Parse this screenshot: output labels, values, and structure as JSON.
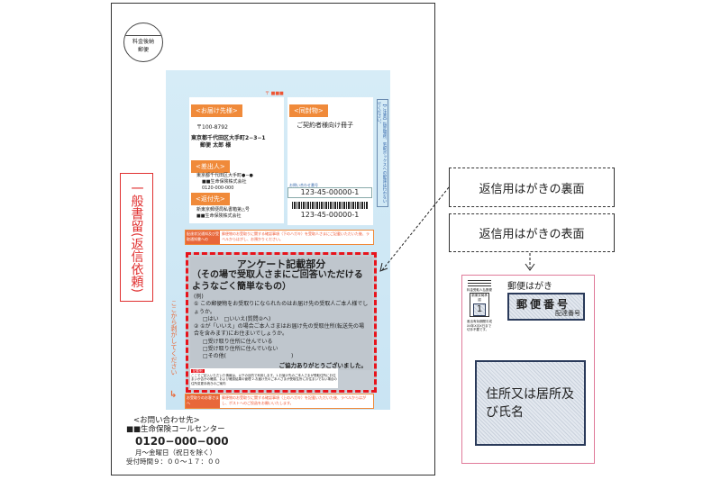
{
  "envelope": {
    "stamp": {
      "line1": "料金後納",
      "line2": "郵便"
    },
    "registered_mark": "一般書留(返信依頼)",
    "peel_here": "ここから剥がしてください",
    "brand_mark": "〒 ■■■",
    "to": {
      "label": "<お届け先様>",
      "postal": "〒100-8792",
      "address": "東京都千代田区大手町2−3−1",
      "name": "郵便 太郎 様"
    },
    "from": {
      "label": "<差出人>",
      "address": "東京都千代田区大手町●−●",
      "company": "■■生命保険株式会社",
      "phone": "0120-000-000"
    },
    "return_to": {
      "label": "<返付先>",
      "address": "新東京郵便局私書箱第△号",
      "company": "■■生命保険株式会社"
    },
    "contents": {
      "label": "<同封物>",
      "value": "ご契約者様向け冊子"
    },
    "tracking": {
      "label": "お問い合わせ番号",
      "number": "123-45-00000-1",
      "barcode_number": "123-45-00000-1"
    },
    "caution": "【ご注意】指定場所、宅配ボックスへの配達は行わないでください。",
    "notice_top": {
      "label": "配達状況通知及び受取通知書への",
      "text": "郵便物のお受取りに関する確認事項（下のハガキ）を受取人さまにご記載いただいた後、ラベルからはがし、お預かりください。"
    },
    "survey": {
      "title": "アンケート記載部分",
      "subtitle": "（その場で受取人さまにご回答いただけるようなごく簡単なもの）",
      "example": "(例)",
      "q1": "① この郵便物をお受取りになられたのはお届け先の受取人ご本人様でしょうか。",
      "q1_options": "□はい　□いいえ(質問②へ)",
      "q2": "② ①が「いいえ」の場合ご本人さまはお届け先の受取住所(転送先の場合を含みます)にお住まいでしょうか。",
      "q2_options": [
        "□受け取り住所に住んでいる",
        "□受け取り住所に住んでいない",
        "□その他(　　　　　　　　　　　　)"
      ],
      "thanks": "ご協力ありがとうございました。",
      "note_label": "記載例",
      "note_text": "ここでご記入いただいた情報は、以下の目的で利用します。1.お届け先のご本人さまが受取住所にお住まいか否かの確認、および確認結果の管理 2.お届け先のご本人さまが受取住所にお住まいでない場合の住所変更手続きのご案内"
    },
    "notice_bottom": {
      "label": "お受取りのお客さまへ",
      "text": "郵便物のお受取りに関する確認事項（上のハガキ）を記載いただいた後、ラベルからはがし、ポストへのご投函をお願いいたします。"
    },
    "contact": {
      "heading": "<お問い合わせ先>",
      "center": "■■生命保険コールセンター",
      "phone": "0120−000−000",
      "days": "月〜金曜日（祝日を除く）",
      "hours": "受付時間９：００〜１７：００"
    }
  },
  "callouts": {
    "back": "返信用はがきの裏面",
    "front": "返信用はがきの表面"
  },
  "postcard": {
    "title": "郵便はがき",
    "postal_box": "郵便番号",
    "postal_sub": "配達番号",
    "stamp_label": "料金受取人払郵便",
    "stamp_office": "新東京局承認",
    "stamp_number": "1",
    "stamp_note": "差出有効期間平成XX年X月X日まで切手不要です。",
    "address_box": "住所又は居所及び氏名"
  },
  "colors": {
    "label_bg": "#cfe8f5",
    "orange": "#f08a3a",
    "red": "#e8141c"
  }
}
